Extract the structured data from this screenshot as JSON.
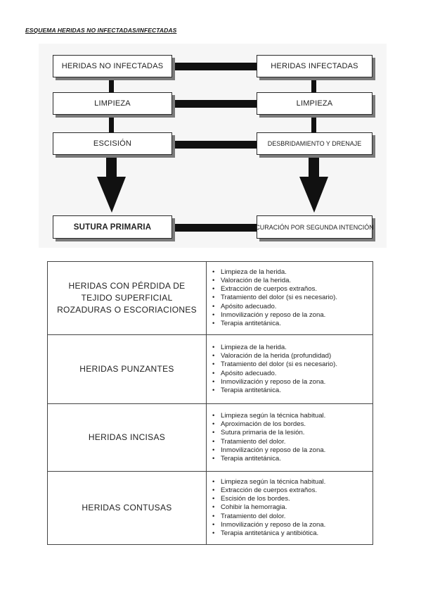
{
  "document": {
    "title": "ESQUEMA HERIDAS NO INFECTADAS/INFECTADAS"
  },
  "flow": {
    "left": {
      "header": "HERIDAS NO INFECTADAS",
      "step1": "LIMPIEZA",
      "step2": "ESCISIÓN",
      "result": "SUTURA PRIMARIA"
    },
    "right": {
      "header": "HERIDAS INFECTADAS",
      "step1": "LIMPIEZA",
      "step2": "DESBRIDAMIENTO Y DRENAJE",
      "result": "CURACIÓN POR SEGUNDA INTENCIÓN"
    }
  },
  "care_table": [
    {
      "type": "HERIDAS CON PÉRDIDA DE TEJIDO SUPERFICIAL ROZADURAS O ESCORIACIONES",
      "steps": [
        "Limpieza de la herida.",
        "Valoración de la herida.",
        "Extracción de cuerpos extraños.",
        "Tratamiento del dolor (si es necesario).",
        "Apósito adecuado.",
        "Inmovilización y reposo de la zona.",
        "Terapia antitetánica."
      ]
    },
    {
      "type": "HERIDAS PUNZANTES",
      "steps": [
        "Limpieza de la herida.",
        "Valoración de la herida (profundidad)",
        "Tratamiento del dolor (si es necesario).",
        "Apósito adecuado.",
        "Inmovilización y reposo de la zona.",
        "Terapia antitetánica."
      ]
    },
    {
      "type": "HERIDAS INCISAS",
      "steps": [
        "Limpieza según la técnica habitual.",
        "Aproximación de los bordes.",
        "Sutura primaria de la lesión.",
        "Tratamiento del dolor.",
        "Inmovilización y reposo de la zona.",
        "Terapia antitetánica."
      ]
    },
    {
      "type": "HERIDAS CONTUSAS",
      "steps": [
        "Limpieza según la técnica habitual.",
        "Extracción de cuerpos extraños.",
        "Escisión de los bordes.",
        "Cohibir la hemorragia.",
        "Tratamiento del dolor.",
        "Inmovilización y reposo de la zona.",
        "Terapia antitetánica y antibiótica."
      ]
    }
  ]
}
